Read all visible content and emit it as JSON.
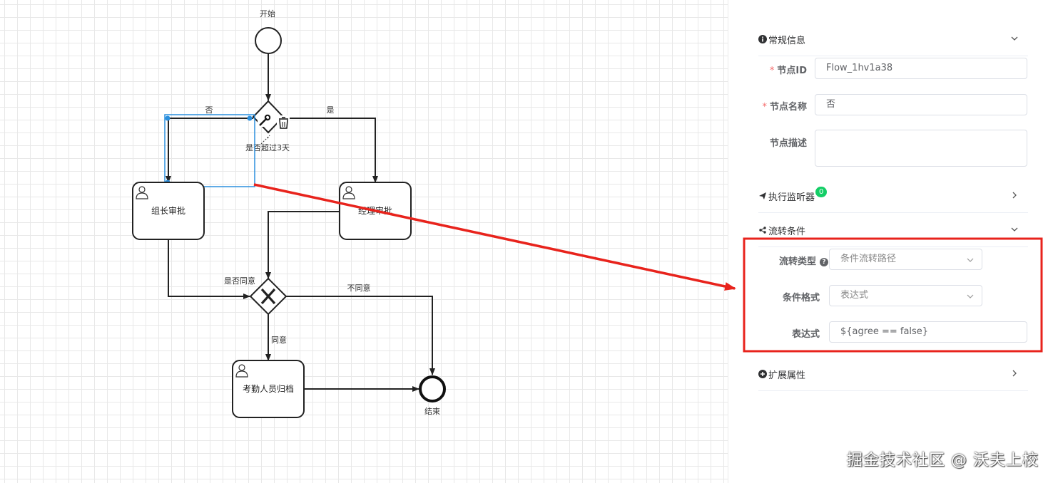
{
  "diagram": {
    "start_label": "开始",
    "gateway1_label": "是否超过3天",
    "flow_no_label": "否",
    "flow_yes_label": "是",
    "task_leader": "组长审批",
    "task_manager": "经理审批",
    "gateway2_label": "是否同意",
    "flow_disagree_label": "不同意",
    "flow_agree_label": "同意",
    "task_archive": "考勤人员归档",
    "end_label": "结束"
  },
  "panel": {
    "general": {
      "title": "常规信息",
      "id_label": "节点ID",
      "id_value": "Flow_1hv1a38",
      "name_label": "节点名称",
      "name_value": "否",
      "desc_label": "节点描述",
      "desc_value": ""
    },
    "listeners": {
      "title": "执行监听器",
      "count": "0"
    },
    "condition": {
      "title": "流转条件",
      "type_label": "流转类型",
      "type_value": "条件流转路径",
      "format_label": "条件格式",
      "format_value": "表达式",
      "expr_label": "表达式",
      "expr_value": "${agree == false}"
    },
    "extension": {
      "title": "扩展属性"
    }
  },
  "watermark": "掘金技术社区 @ 沃夫上校",
  "colors": {
    "highlight_red": "#e8231c",
    "selection_blue": "#2a8fdd",
    "badge_green": "#13ce66"
  }
}
